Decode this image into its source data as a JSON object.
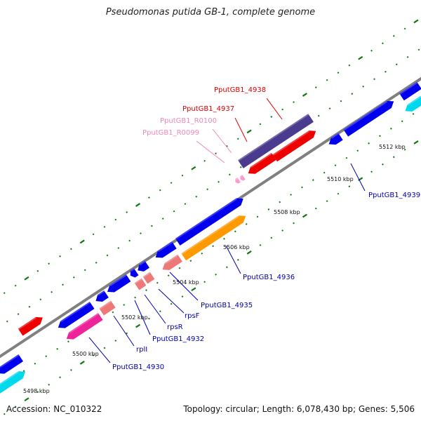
{
  "title": "Pseudomonas putida GB-1, complete genome",
  "footer": {
    "accession": "Accession: NC_010322",
    "summary": "Topology: circular; Length: 6,078,430 bp; Genes: 5,506"
  },
  "colors": {
    "backbone": "#808080",
    "cds_blue": "#0000ee",
    "rrna_red": "#ee0000",
    "trna_pink": "#ff99cc",
    "purple": "#4b3b8f",
    "orange": "#ff9900",
    "salmon": "#ee7777",
    "magenta": "#ee2299",
    "cyan": "#00d8ee",
    "tick_green": "#117711",
    "label_blue": "#0000aa",
    "label_red": "#dd0000",
    "label_pink": "#ee88bb"
  },
  "scale_labels": [
    "5498 kbp",
    "5500 kbp",
    "5502 kbp",
    "5504 kbp",
    "5506 kbp",
    "5508 kbp",
    "5510 kbp",
    "5512 kbp"
  ],
  "gene_labels": [
    {
      "text": "PputGB1_4938",
      "kind": "red"
    },
    {
      "text": "PputGB1_4937",
      "kind": "red"
    },
    {
      "text": "PputGB1_R0100",
      "kind": "pink"
    },
    {
      "text": "PputGB1_R0099",
      "kind": "pink"
    },
    {
      "text": "PputGB1_4939",
      "kind": "blue"
    },
    {
      "text": "PputGB1_4936",
      "kind": "blue"
    },
    {
      "text": "PputGB1_4935",
      "kind": "blue"
    },
    {
      "text": "rpsF",
      "kind": "blue"
    },
    {
      "text": "rpsR",
      "kind": "blue"
    },
    {
      "text": "PputGB1_4932",
      "kind": "blue"
    },
    {
      "text": "rplI",
      "kind": "blue"
    },
    {
      "text": "PputGB1_4930",
      "kind": "blue"
    }
  ]
}
